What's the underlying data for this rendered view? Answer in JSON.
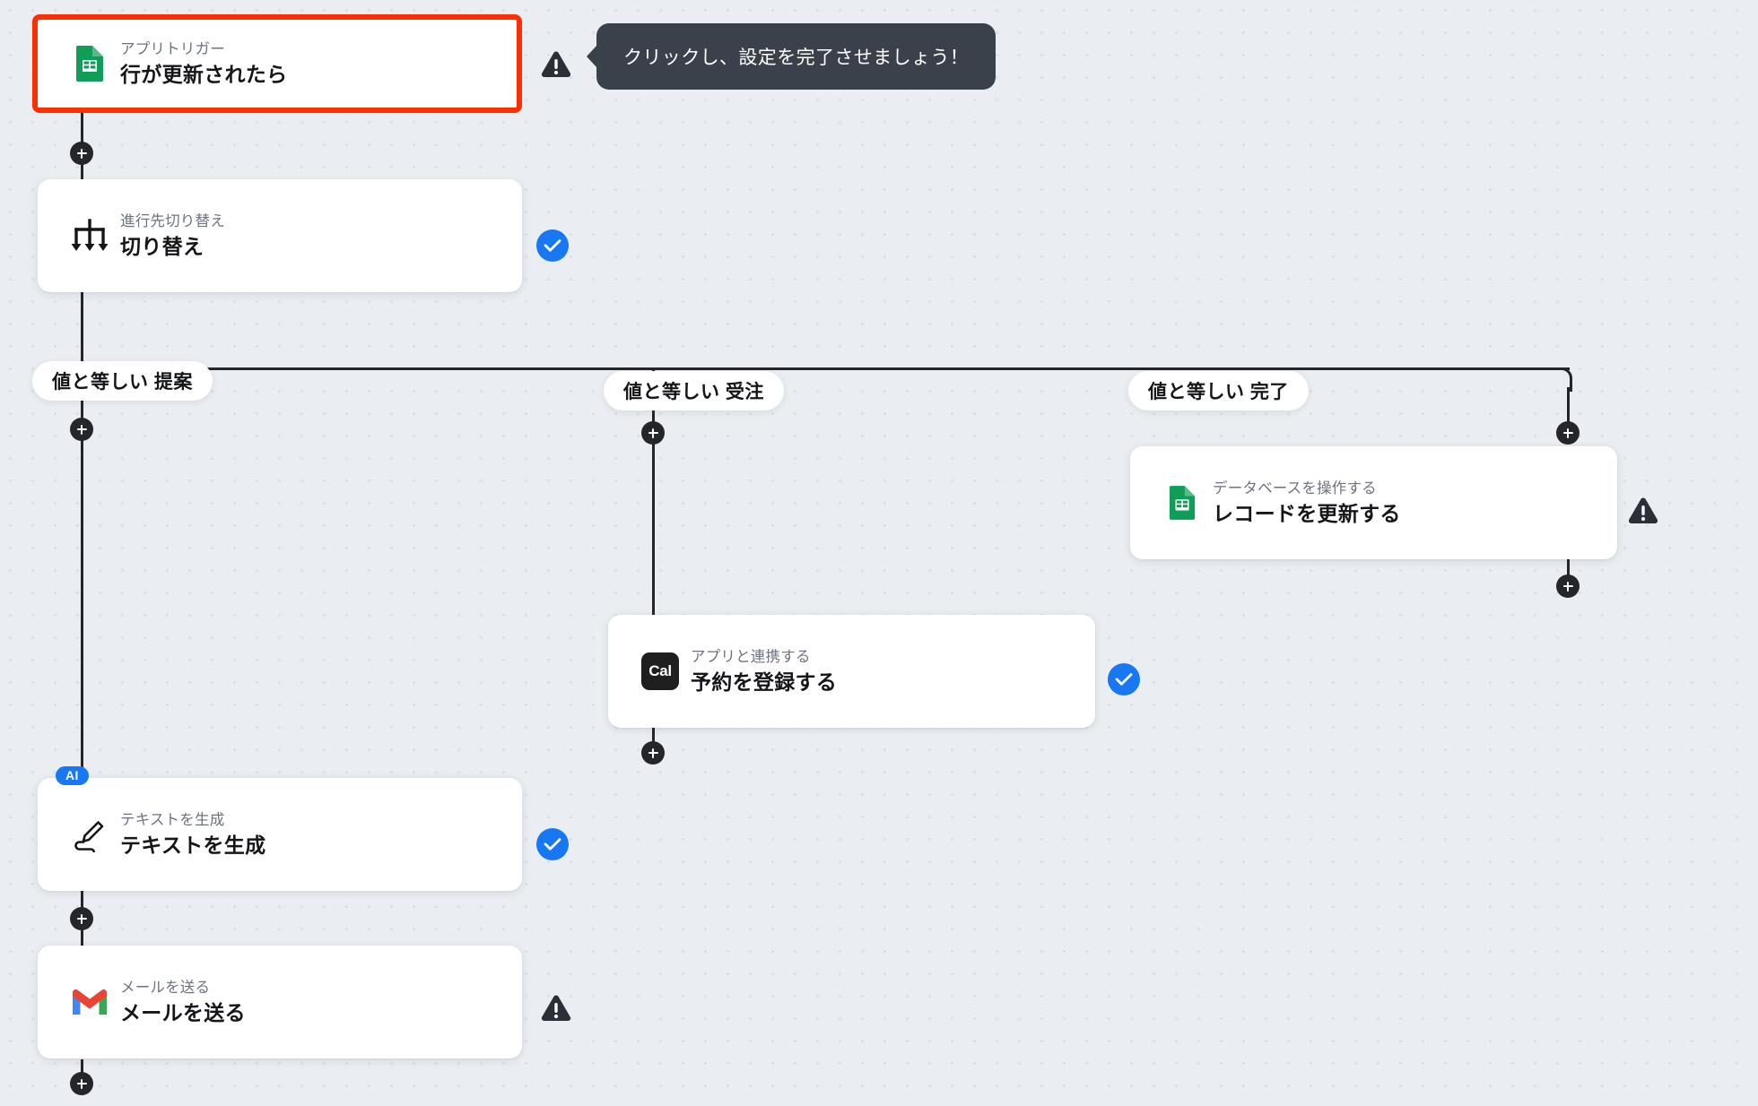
{
  "canvas": {
    "background_color": "#eaedf1",
    "dot_color": "#dcdfe6",
    "edge_color": "#25262b"
  },
  "tooltip": {
    "text": "クリックし、設定を完了させましょう！",
    "background_color": "#3b414b"
  },
  "status": {
    "check_color": "#1878f3",
    "warn_color": "#2b3038",
    "highlight_color": "#fd2f00"
  },
  "nodes": [
    {
      "id": "trigger-row-updated",
      "subtitle": "アプリトリガー",
      "title": "行が更新されたら",
      "icon": "google-sheets-icon",
      "status": "warning",
      "highlighted": true
    },
    {
      "id": "switch-branch",
      "subtitle": "進行先切り替え",
      "title": "切り替え",
      "icon": "branch-switch-icon",
      "status": "check",
      "highlighted": false
    },
    {
      "id": "update-record",
      "subtitle": "データベースを操作する",
      "title": "レコードを更新する",
      "icon": "google-sheets-icon",
      "status": "warning",
      "highlighted": false
    },
    {
      "id": "register-reservation",
      "subtitle": "アプリと連携する",
      "title": "予約を登録する",
      "icon": "cal-icon",
      "icon_label": "Cal",
      "status": "check",
      "highlighted": false
    },
    {
      "id": "generate-text",
      "subtitle": "テキストを生成",
      "title": "テキストを生成",
      "icon": "ai-pencil-icon",
      "badge": "AI",
      "status": "check",
      "highlighted": false
    },
    {
      "id": "send-mail",
      "subtitle": "メールを送る",
      "title": "メールを送る",
      "icon": "gmail-icon",
      "status": "warning",
      "highlighted": false
    }
  ],
  "branches": [
    {
      "id": "branch-teian",
      "label": "値と等しい 提案"
    },
    {
      "id": "branch-juchu",
      "label": "値と等しい 受注"
    },
    {
      "id": "branch-kanryo",
      "label": "値と等しい 完了"
    }
  ]
}
